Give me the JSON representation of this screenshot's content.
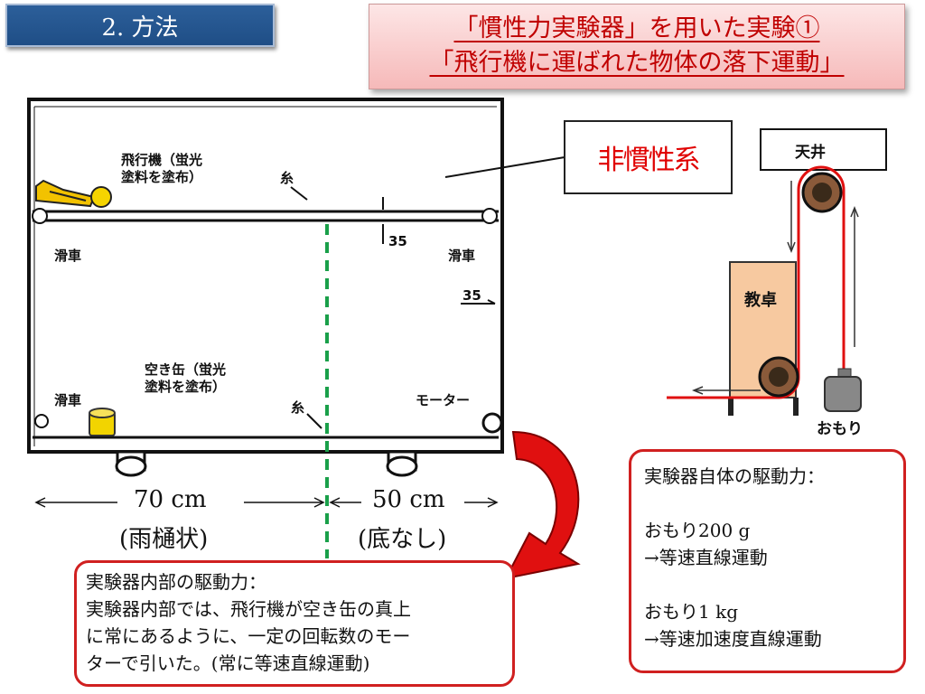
{
  "section_tab": "2.  方法",
  "title": {
    "line1": "「慣性力実験器」を用いた実験①",
    "line2": "「飛行機に運ばれた物体の落下運動」"
  },
  "frame_label": "非慣性系",
  "diagram": {
    "airplane_label_1": "飛行機（蛍光",
    "airplane_label_2": "塗料を塗布）",
    "string_label_top": "糸",
    "pulley_left_top": "滑車",
    "pulley_right_top": "滑車",
    "can_label_1": "空き缶（蛍光",
    "can_label_2": "塗料を塗布）",
    "string_label_bottom": "糸",
    "pulley_left_bottom": "滑車",
    "motor_label": "モーター",
    "dim_35_top": "35",
    "dim_35_right": "35",
    "left_length": "70 cm",
    "left_type": "(雨樋状)",
    "right_length": "50 cm",
    "right_type": "(底なし)"
  },
  "side_diagram": {
    "ceiling": "天井",
    "desk": "教卓",
    "weight": "おもり"
  },
  "callout_left": {
    "line1": "実験器内部の駆動力：",
    "line2": "実験器内部では、飛行機が空き缶の真上",
    "line3": "に常にあるように、一定の回転数のモー",
    "line4": "ターで引いた。(常に等速直線運動)"
  },
  "callout_right": {
    "heading": "実験器自体の駆動力：",
    "item1_a": "おもり200 g",
    "item1_b": "→等速直線運動",
    "item2_a": "おもり1 kg",
    "item2_b": "→等速加速度直線運動"
  },
  "colors": {
    "accent_red": "#d02020",
    "tab_blue": "#1f4e86",
    "dashed_green": "#1aa04a",
    "pulley_brown": "#8a5a3a",
    "desk_fill": "#f7c9a0"
  }
}
